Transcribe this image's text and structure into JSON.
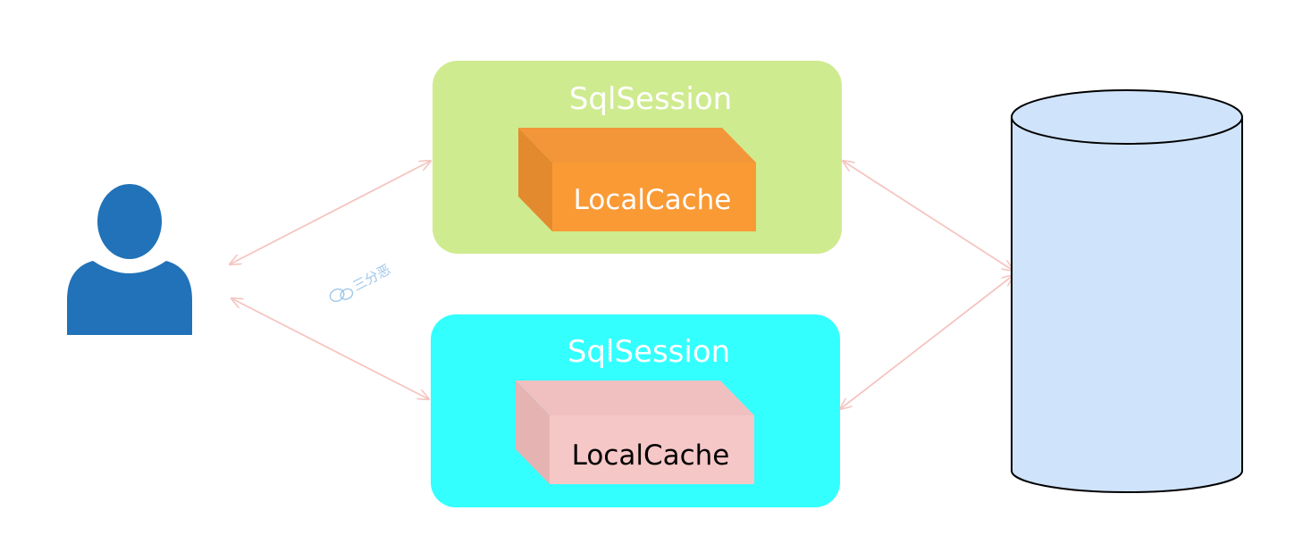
{
  "diagram": {
    "sessions": [
      {
        "title": "SqlSession",
        "cache_label": "LocalCache",
        "box_color": "#cfeb8f",
        "cache_front_color": "#fa9a35",
        "cache_side_color": "#e38a2f",
        "cache_top_color": "#f3963a",
        "cache_text_color": "#ffffff"
      },
      {
        "title": "SqlSession",
        "cache_label": "LocalCache",
        "box_color": "#33ffff",
        "cache_front_color": "#f6c7c7",
        "cache_side_color": "#e6b3b3",
        "cache_top_color": "#f0c0c0",
        "cache_text_color": "#000000"
      }
    ],
    "user_icon": {
      "icon": "user-icon",
      "color": "#2172b8"
    },
    "database": {
      "icon": "database-cylinder",
      "fill": "#cfe3fb",
      "stroke": "#000000"
    },
    "arrow_color": "#f5c5c0",
    "watermark": {
      "icon": "wechat-icon",
      "text": "三分恶",
      "color": "#9fc7ea"
    }
  }
}
